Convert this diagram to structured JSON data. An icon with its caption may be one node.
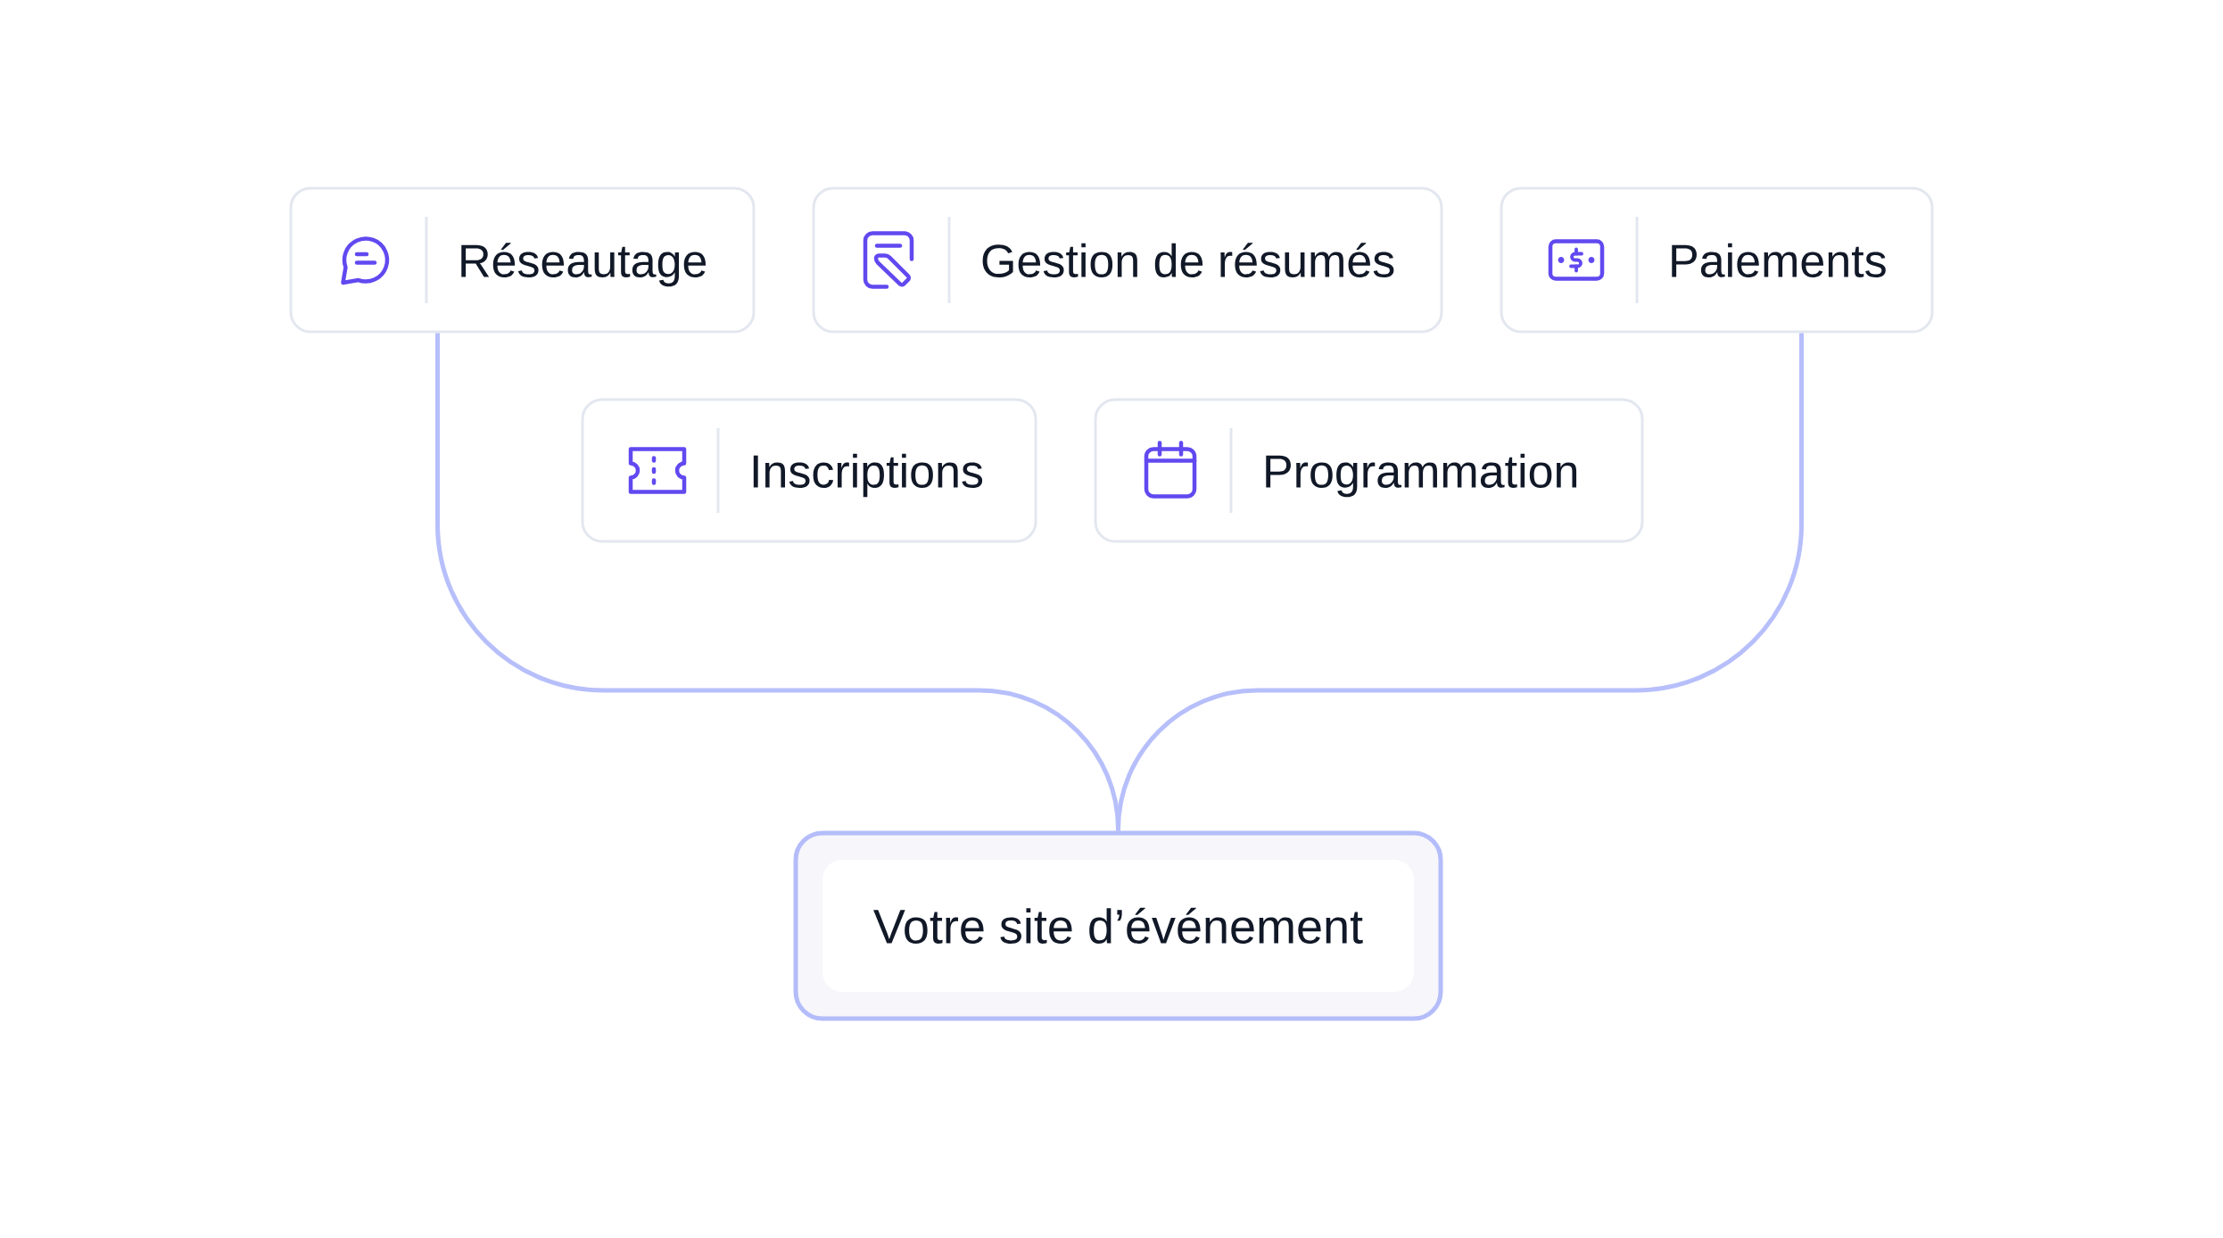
{
  "diagram": {
    "nodes": [
      {
        "text": [
          "Réseautage"
        ]
      },
      {
        "text": [
          "Gestion de résumés"
        ]
      },
      {
        "text": [
          "Paiements"
        ]
      },
      {
        "text": [
          "Inscriptions"
        ]
      },
      {
        "text": [
          "Programmation"
        ]
      },
      {
        "text": [
          "Votre site d’événement"
        ]
      }
    ],
    "edges": [
      {
        "from": 0,
        "to": 5,
        "arrow": "none"
      },
      {
        "from": 2,
        "to": 5,
        "arrow": "none"
      }
    ]
  }
}
